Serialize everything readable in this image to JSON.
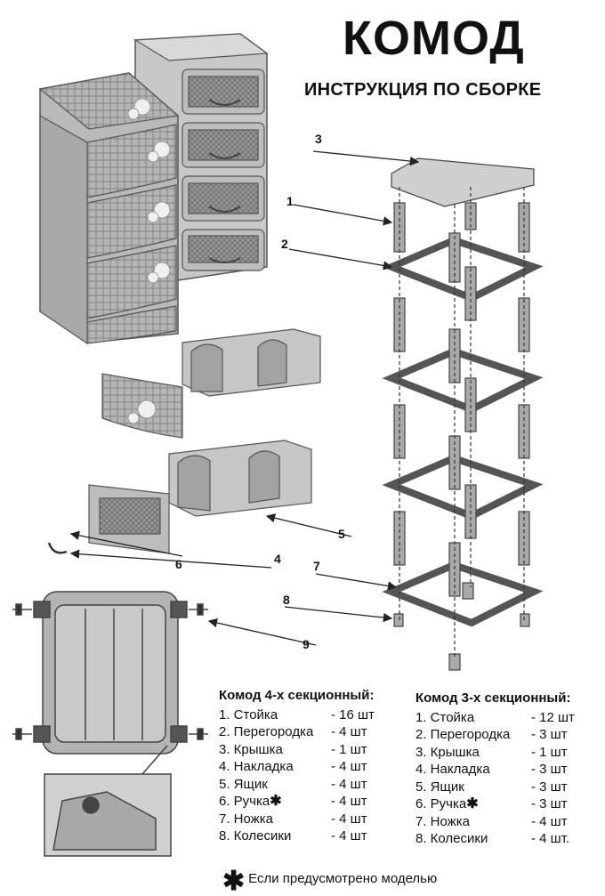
{
  "header": {
    "title": "КОМОД",
    "subtitle": "ИНСТРУКЦИЯ ПО СБОРКЕ"
  },
  "callouts": [
    "1",
    "2",
    "3",
    "4",
    "5",
    "6",
    "7",
    "8",
    "9"
  ],
  "list4": {
    "heading": "Комод 4-х секционный:",
    "items": [
      {
        "name": "1. Стойка",
        "qty": "- 16 шт",
        "star": ""
      },
      {
        "name": "2. Перегородка",
        "qty": "- 4 шт",
        "star": ""
      },
      {
        "name": "3. Крышка",
        "qty": "- 1 шт",
        "star": ""
      },
      {
        "name": "4. Накладка",
        "qty": "- 4 шт",
        "star": ""
      },
      {
        "name": "5. Ящик",
        "qty": "- 4 шт",
        "star": ""
      },
      {
        "name": "6. Ручка",
        "qty": "- 4 шт",
        "star": "✱"
      },
      {
        "name": "7. Ножка",
        "qty": "- 4 шт",
        "star": ""
      },
      {
        "name": "8. Колесики",
        "qty": "- 4 шт",
        "star": ""
      }
    ]
  },
  "list3": {
    "heading": "Комод 3-х секционный:",
    "items": [
      {
        "name": "1. Стойка",
        "qty": "- 12 шт",
        "star": ""
      },
      {
        "name": "2. Перегородка",
        "qty": "- 3 шт",
        "star": ""
      },
      {
        "name": "3. Крышка",
        "qty": "- 1 шт",
        "star": ""
      },
      {
        "name": "4. Накладка",
        "qty": "- 3 шт",
        "star": ""
      },
      {
        "name": "5. Ящик",
        "qty": "- 3 шт",
        "star": ""
      },
      {
        "name": "6. Ручка",
        "qty": "- 3 шт",
        "star": "✱"
      },
      {
        "name": "7. Ножка",
        "qty": "- 4 шт",
        "star": ""
      },
      {
        "name": "8. Колесики",
        "qty": "- 4 шт.",
        "star": ""
      }
    ]
  },
  "footnote": {
    "star": "✱",
    "text": "Если предусмотрено моделью"
  }
}
